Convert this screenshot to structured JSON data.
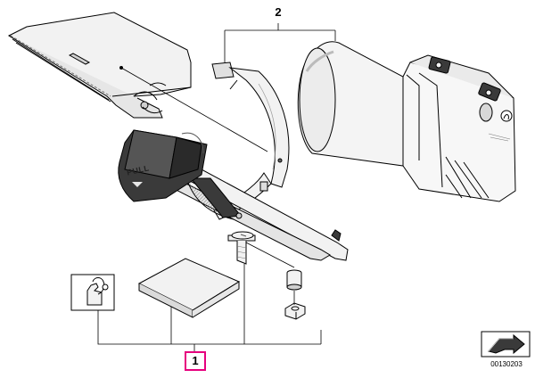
{
  "callouts": {
    "part_2": "2",
    "part_1": "1"
  },
  "pull_label": "PULL",
  "reference_number": "00130203",
  "colors": {
    "line": "#000000",
    "part_fill": "#f2f2f2",
    "shade": "#cfcfcf",
    "dark": "#3a3a3a",
    "callout_highlight": "#e6007e"
  },
  "icons": [
    "flashlight-icon",
    "pointing-hand-icon",
    "nav-arrow-icon"
  ]
}
